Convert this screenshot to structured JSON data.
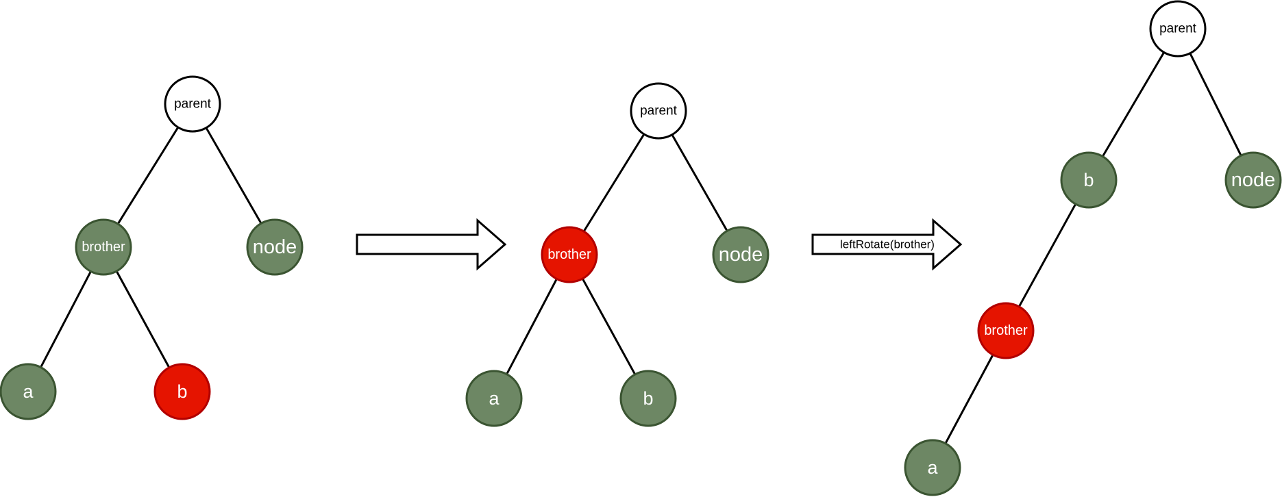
{
  "colors": {
    "black_fill": "#6d8764",
    "black_stroke": "#3a5431",
    "red_fill": "#e51400",
    "red_stroke": "#b20000",
    "plain_fill": "#ffffff",
    "plain_stroke": "#000000",
    "light_text": "#ffffff",
    "dark_text": "#000000"
  },
  "trees": [
    {
      "nodes": [
        {
          "id": "parent",
          "label": "parent",
          "color": "plain"
        },
        {
          "id": "brother",
          "label": "brother",
          "color": "black"
        },
        {
          "id": "node",
          "label": "node",
          "color": "black"
        },
        {
          "id": "a",
          "label": "a",
          "color": "black"
        },
        {
          "id": "b",
          "label": "b",
          "color": "red"
        }
      ],
      "edges": [
        [
          "parent",
          "brother"
        ],
        [
          "parent",
          "node"
        ],
        [
          "brother",
          "a"
        ],
        [
          "brother",
          "b"
        ]
      ]
    },
    {
      "nodes": [
        {
          "id": "parent",
          "label": "parent",
          "color": "plain"
        },
        {
          "id": "brother",
          "label": "brother",
          "color": "red"
        },
        {
          "id": "node",
          "label": "node",
          "color": "black"
        },
        {
          "id": "a",
          "label": "a",
          "color": "black"
        },
        {
          "id": "b",
          "label": "b",
          "color": "black"
        }
      ],
      "edges": [
        [
          "parent",
          "brother"
        ],
        [
          "parent",
          "node"
        ],
        [
          "brother",
          "a"
        ],
        [
          "brother",
          "b"
        ]
      ]
    },
    {
      "nodes": [
        {
          "id": "parent",
          "label": "parent",
          "color": "plain"
        },
        {
          "id": "b",
          "label": "b",
          "color": "black"
        },
        {
          "id": "node",
          "label": "node",
          "color": "black"
        },
        {
          "id": "brother",
          "label": "brother",
          "color": "red"
        },
        {
          "id": "a",
          "label": "a",
          "color": "black"
        }
      ],
      "edges": [
        [
          "parent",
          "b"
        ],
        [
          "parent",
          "node"
        ],
        [
          "b",
          "brother"
        ],
        [
          "brother",
          "a"
        ]
      ]
    }
  ],
  "arrows": [
    {
      "label": ""
    },
    {
      "label": "leftRotate(brother)"
    }
  ]
}
